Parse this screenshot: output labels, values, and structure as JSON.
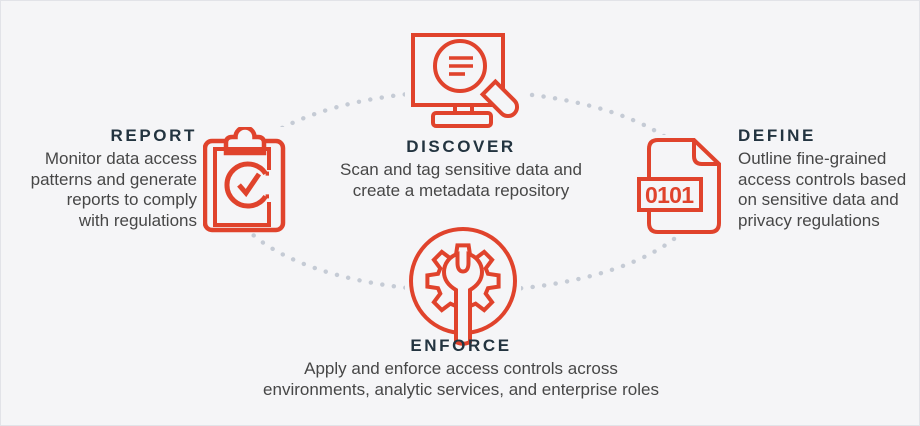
{
  "diagram": {
    "stages": {
      "discover": {
        "title": "DISCOVER",
        "lines": [
          "Scan and tag sensitive data and",
          "create a metadata repository"
        ]
      },
      "define": {
        "title": "DEFINE",
        "lines": [
          "Outline fine-grained",
          "access controls based",
          "on sensitive data and",
          "privacy regulations"
        ],
        "icon_label": "0101"
      },
      "enforce": {
        "title": "ENFORCE",
        "lines": [
          "Apply and enforce access controls across",
          "environments, analytic services, and enterprise roles"
        ]
      },
      "report": {
        "title": "REPORT",
        "lines": [
          "Monitor data access",
          "patterns and generate",
          "reports to comply",
          "with regulations"
        ]
      }
    },
    "icons": {
      "discover": "magnifier-document-icon",
      "define": "binary-file-icon",
      "enforce": "gear-wrench-icon",
      "report": "clipboard-check-icon"
    },
    "colors": {
      "accent": "#e0432c",
      "heading": "#233440",
      "body_text": "#474747",
      "background": "#f5f5f7",
      "dots": "#c5cbd5"
    }
  }
}
